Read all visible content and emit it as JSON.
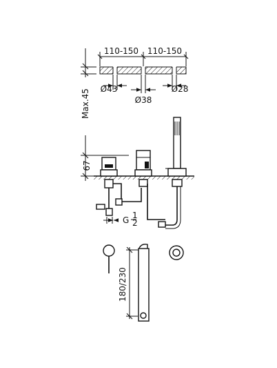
{
  "labels": {
    "spacing_left": "110-150",
    "spacing_right": "110-150",
    "dia_43": "Ø43",
    "dia_38": "Ø38",
    "dia_28": "Ø28",
    "max_45": "Max.45",
    "height_67": "67",
    "thread_g": "G",
    "thread_num": "1",
    "thread_den": "2",
    "length_180_230": "180/230"
  },
  "colors": {
    "line": "#111111",
    "background": "#ffffff"
  }
}
